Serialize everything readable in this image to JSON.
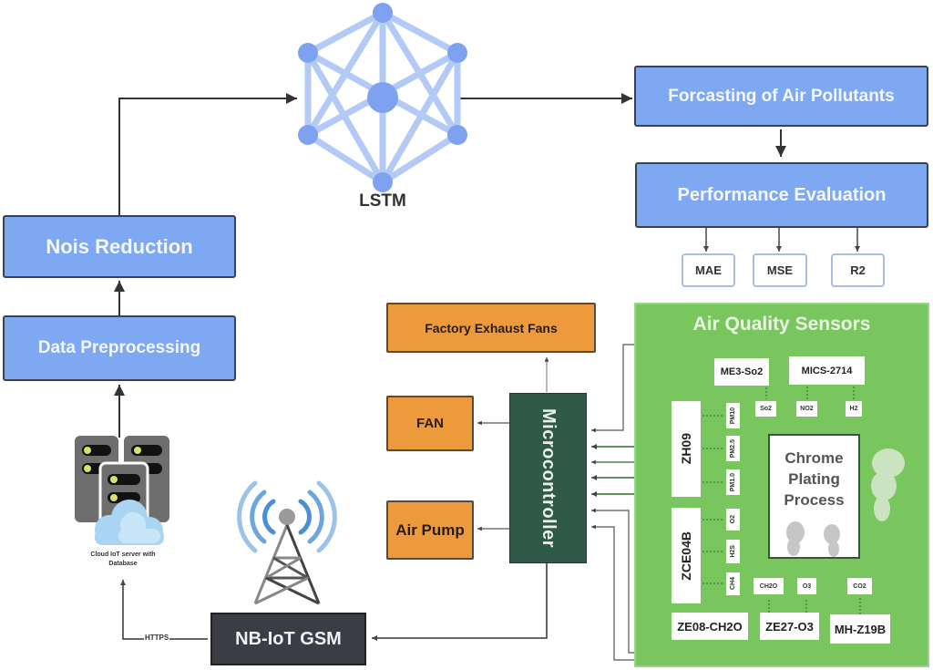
{
  "pipeline": {
    "noise_reduction": "Nois Reduction",
    "data_preprocessing": "Data Preprocessing",
    "lstm_label": "LSTM",
    "forecasting": "Forcasting of Air Pollutants",
    "performance_evaluation": "Performance Evaluation",
    "metrics": [
      "MAE",
      "MSE",
      "R2"
    ]
  },
  "cloud": {
    "label_line1": "Cloud IoT server with",
    "label_line2": "Database"
  },
  "comm": {
    "gsm": "NB-IoT GSM",
    "https": "HTTPS"
  },
  "actuators": {
    "exhaust_fans": "Factory Exhaust Fans",
    "fan": "FAN",
    "air_pump": "Air Pump"
  },
  "microcontroller": "Microcontroller",
  "sensors": {
    "title": "Air Quality Sensors",
    "me3": "ME3-So2",
    "mics": "MICS-2714",
    "zh09": "ZH09",
    "zce04b": "ZCE04B",
    "ze08": "ZE08-CH2O",
    "ze27": "ZE27-O3",
    "mhz19b": "MH-Z19B",
    "gases": {
      "so2": "So2",
      "no2": "NO2",
      "h2": "H2",
      "pm10": "PM10",
      "pm25": "PM2.5",
      "pm1": "PM1.0",
      "o2": "O2",
      "h2s": "H2S",
      "ch4": "CH4",
      "ch2o": "CH2O",
      "o3": "O3",
      "co2": "CO2"
    }
  },
  "process": {
    "line1": "Chrome",
    "line2": "Plating",
    "line3": "Process"
  },
  "colors": {
    "pipeline_blue": "#7fa8f2",
    "actuator_orange": "#ec9a3c",
    "microcontroller_green": "#2f5a4a",
    "sensor_panel_green": "#79c65e",
    "gsm_dark": "#3a3d44"
  }
}
